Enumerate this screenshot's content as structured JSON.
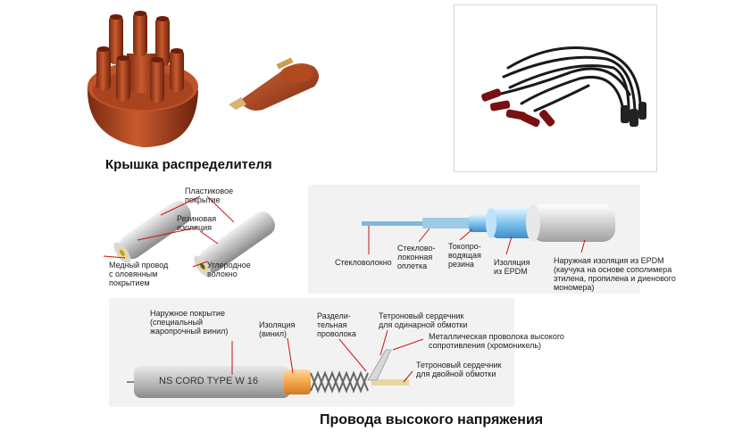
{
  "captions": {
    "distributor": "Крышка распределителя",
    "wires": "Провода высокого напряжения"
  },
  "panel_left": {
    "plastic": [
      "Пластиковое",
      "покрытие"
    ],
    "rubber": [
      "Резиновая",
      "изоляция"
    ],
    "copper": [
      "Медный провод",
      "с оловянным",
      "покрытием"
    ],
    "carbon": [
      "Углеродное",
      "волокно"
    ]
  },
  "panel_right": {
    "fiberglass": "Стекловолокно",
    "braid": [
      "Стеклово-",
      "локонная",
      "оплетка"
    ],
    "conductive": [
      "Токопро-",
      "водящая",
      "резина"
    ],
    "insulation": [
      "Изоляция",
      "из EPDM"
    ],
    "outer": [
      "Наружная изоляция из EPDM",
      "(каучука на основе сополимера",
      "этилена, пропилена и диенового",
      "мономера)"
    ]
  },
  "panel_bottom": {
    "outer_coating": [
      "Наружное покрытие",
      "(специальный",
      "жаропрочный винил)"
    ],
    "vinyl": [
      "Изоляция",
      "(винил)"
    ],
    "separator": [
      "Раздели-",
      "тельная",
      "проволока"
    ],
    "single_core": [
      "Тетроновый сердечник",
      "для одинарной обмотки"
    ],
    "metal_wire": [
      "Металлическая проволока высокого",
      "сопротивления (хромоникель)"
    ],
    "double_core": [
      "Тетроновый сердечник",
      "для двойной обмотки"
    ],
    "cable_print": "NS CORD TYPE W 16"
  },
  "colors": {
    "cap_body": "#b4451e",
    "panel_bg": "#f2f2f2",
    "leader": "#cc1111"
  }
}
